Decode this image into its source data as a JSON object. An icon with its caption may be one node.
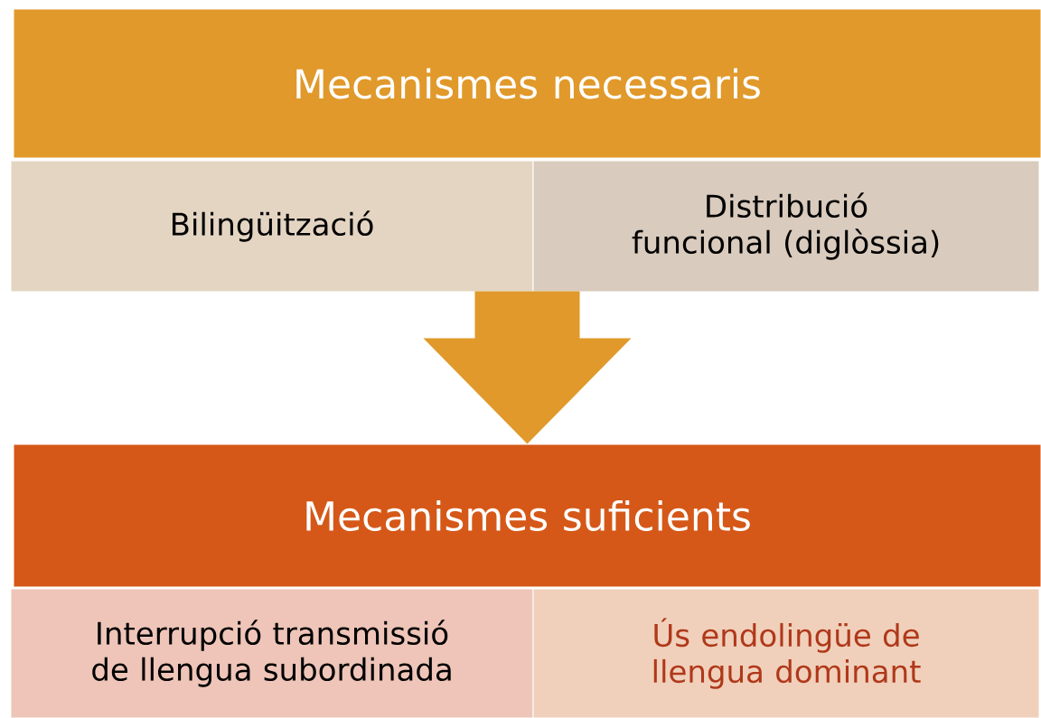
{
  "diagram": {
    "nodes": [
      {
        "text": [
          "Mecanismes necessaris"
        ]
      },
      {
        "text": [
          "Bilingüització"
        ]
      },
      {
        "text": [
          "Distribució funcional (diglòssia)"
        ]
      },
      {
        "text": [
          "Mecanismes suficients"
        ]
      },
      {
        "text": [
          "Interrupció transmissió de llengua subordinada"
        ]
      },
      {
        "text": [
          "Ús endolingüe de llengua dominant"
        ]
      }
    ],
    "edges": [
      {
        "from": 0,
        "to": 3,
        "arrow": "to"
      }
    ]
  }
}
